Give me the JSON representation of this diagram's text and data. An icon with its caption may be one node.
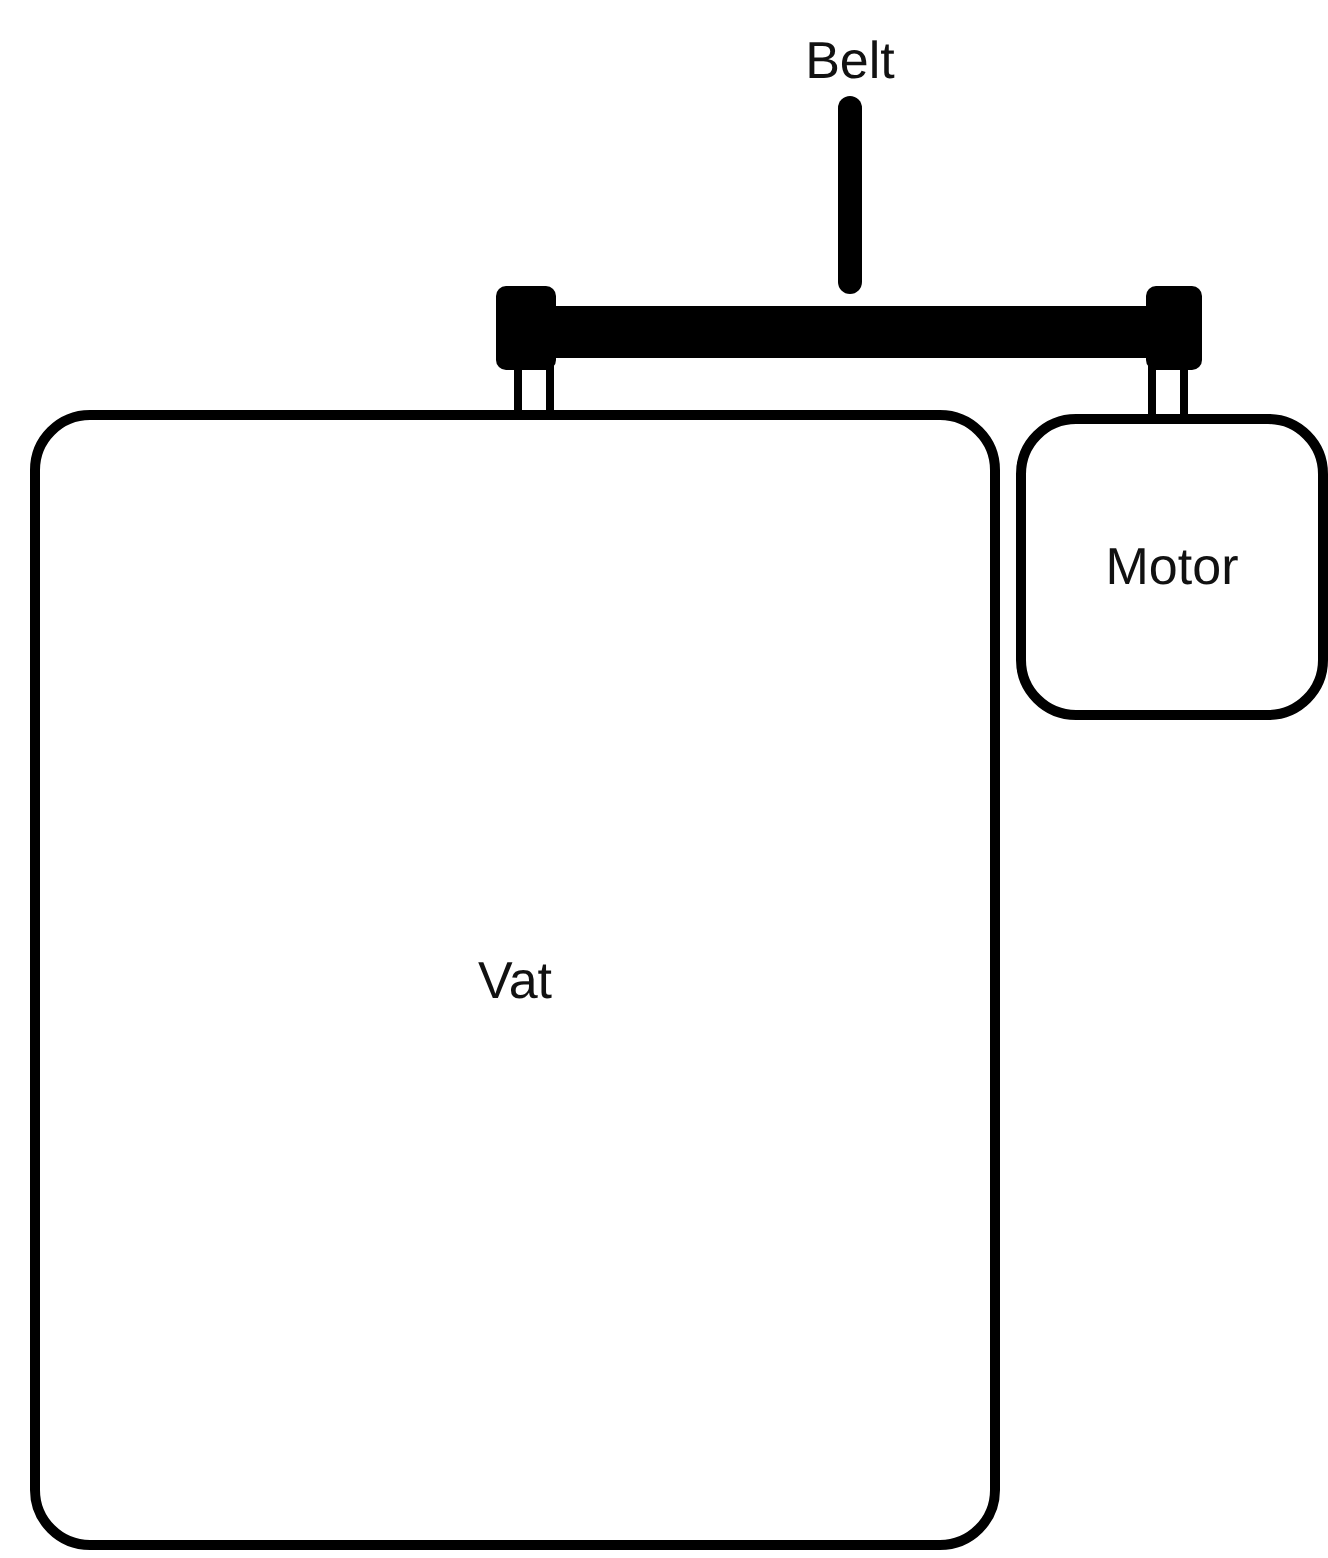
{
  "diagram": {
    "nodes": [
      {
        "text": [
          "Belt"
        ]
      },
      {
        "text": [],
        "shape": "bar"
      },
      {
        "text": [
          "Vat"
        ]
      },
      {
        "text": [
          "Motor"
        ]
      }
    ],
    "edges": [
      {
        "from": 0,
        "to": 1,
        "arrow": "none"
      }
    ]
  }
}
